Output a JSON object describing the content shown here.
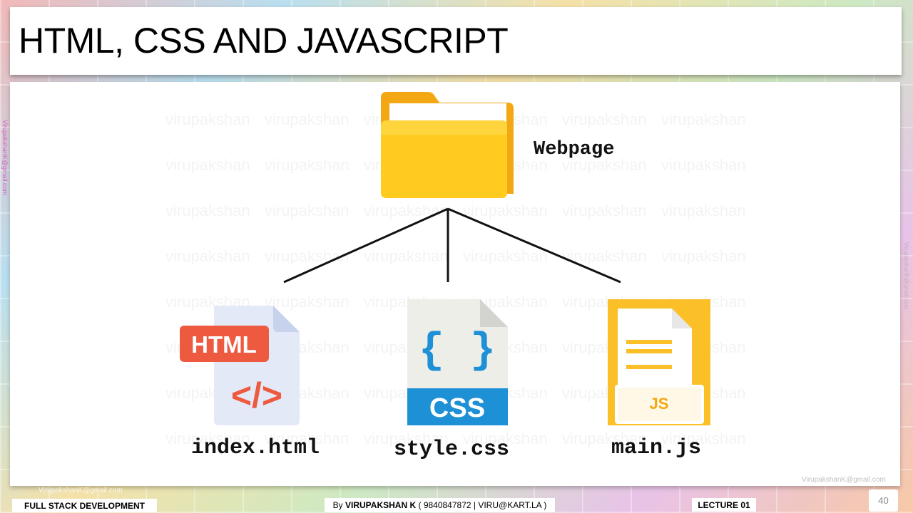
{
  "slide": {
    "title": "HTML, CSS AND JAVASCRIPT",
    "page_number": "40"
  },
  "diagram": {
    "root": {
      "label": "Webpage",
      "icon": "folder-icon"
    },
    "children": [
      {
        "label": "index.html",
        "icon": "html-file-icon",
        "badge": "HTML",
        "glyph": "</>"
      },
      {
        "label": "style.css",
        "icon": "css-file-icon",
        "badge": "CSS",
        "glyph": "{ }"
      },
      {
        "label": "main.js",
        "icon": "js-file-icon",
        "badge": "JS"
      }
    ]
  },
  "watermark": {
    "text": "virupakshan",
    "email": "VirupakshanK@gmail.com"
  },
  "footer": {
    "course": "FULL STACK DEVELOPMENT",
    "by_prefix": "By",
    "author": "VIRUPAKSHAN K",
    "contact": "( 9840847872 | VIRU@KART.LA )",
    "lecture": "LECTURE 01"
  },
  "colors": {
    "folder": "#f9c80e",
    "html_badge": "#ee5a3f",
    "css_blue": "#1e90d6",
    "js_yellow": "#fbbf27"
  }
}
